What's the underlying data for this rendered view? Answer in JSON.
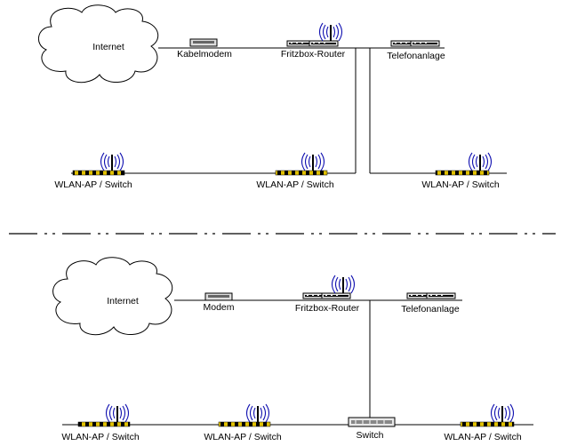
{
  "top": {
    "internet": "Internet",
    "modem": "Kabelmodem",
    "router": "Fritzbox-Router",
    "phone": "Telefonanlage",
    "ap1": "WLAN-AP / Switch",
    "ap2": "WLAN-AP / Switch",
    "ap3": "WLAN-AP / Switch"
  },
  "bottom": {
    "internet": "Internet",
    "modem": "Modem",
    "router": "Fritzbox-Router",
    "phone": "Telefonanlage",
    "switch": "Switch",
    "ap1": "WLAN-AP / Switch",
    "ap2": "WLAN-AP / Switch",
    "ap3": "WLAN-AP / Switch"
  },
  "colors": {
    "wifi_waves": "#1010b0",
    "ap_stripe_a": "#000000",
    "ap_stripe_b": "#e0c000"
  }
}
